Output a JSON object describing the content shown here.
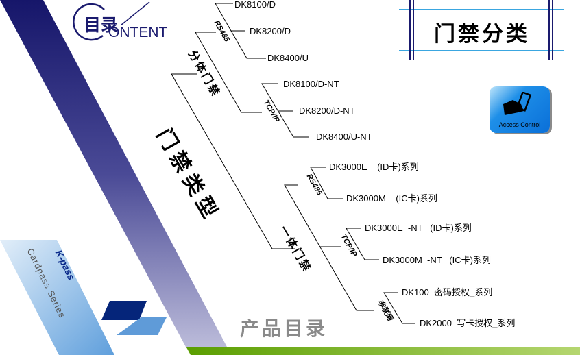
{
  "logo": {
    "cn": "目录",
    "en": "ONTENT"
  },
  "title": "门禁分类",
  "badge": {
    "label": "Access Control",
    "icon": "hand-card-icon"
  },
  "root_label": "门禁类型",
  "branches": [
    {
      "label": "分体门禁",
      "groups": [
        {
          "label": "RS485",
          "items": [
            "DK8100/D",
            "DK8200/D",
            "DK8400/U"
          ]
        },
        {
          "label": "TCP/IP",
          "items": [
            "DK8100/D-NT",
            "DK8200/D-NT",
            "DK8400/U-NT"
          ]
        }
      ]
    },
    {
      "label": "一体门禁",
      "groups": [
        {
          "label": "RS485",
          "items": [
            "DK3000E    (ID卡)系列",
            "DK3000M    (IC卡)系列"
          ]
        },
        {
          "label": "TCP/IP",
          "items": [
            "DK3000E  -NT   (ID卡)系列",
            "DK3000M  -NT   (IC卡)系列"
          ]
        },
        {
          "label": "非联网",
          "items": [
            "DK100  密码授权_系列",
            "DK2000  写卡授权_系列"
          ]
        }
      ]
    }
  ],
  "brand": {
    "logo": "K-pass",
    "series": "Cardpass Series"
  },
  "footer": "产品目录",
  "colors": {
    "navy": "#1a1a6e",
    "light_blue": "#3aa6e0",
    "green": "#6aac10",
    "gray": "#8a8a8a"
  }
}
